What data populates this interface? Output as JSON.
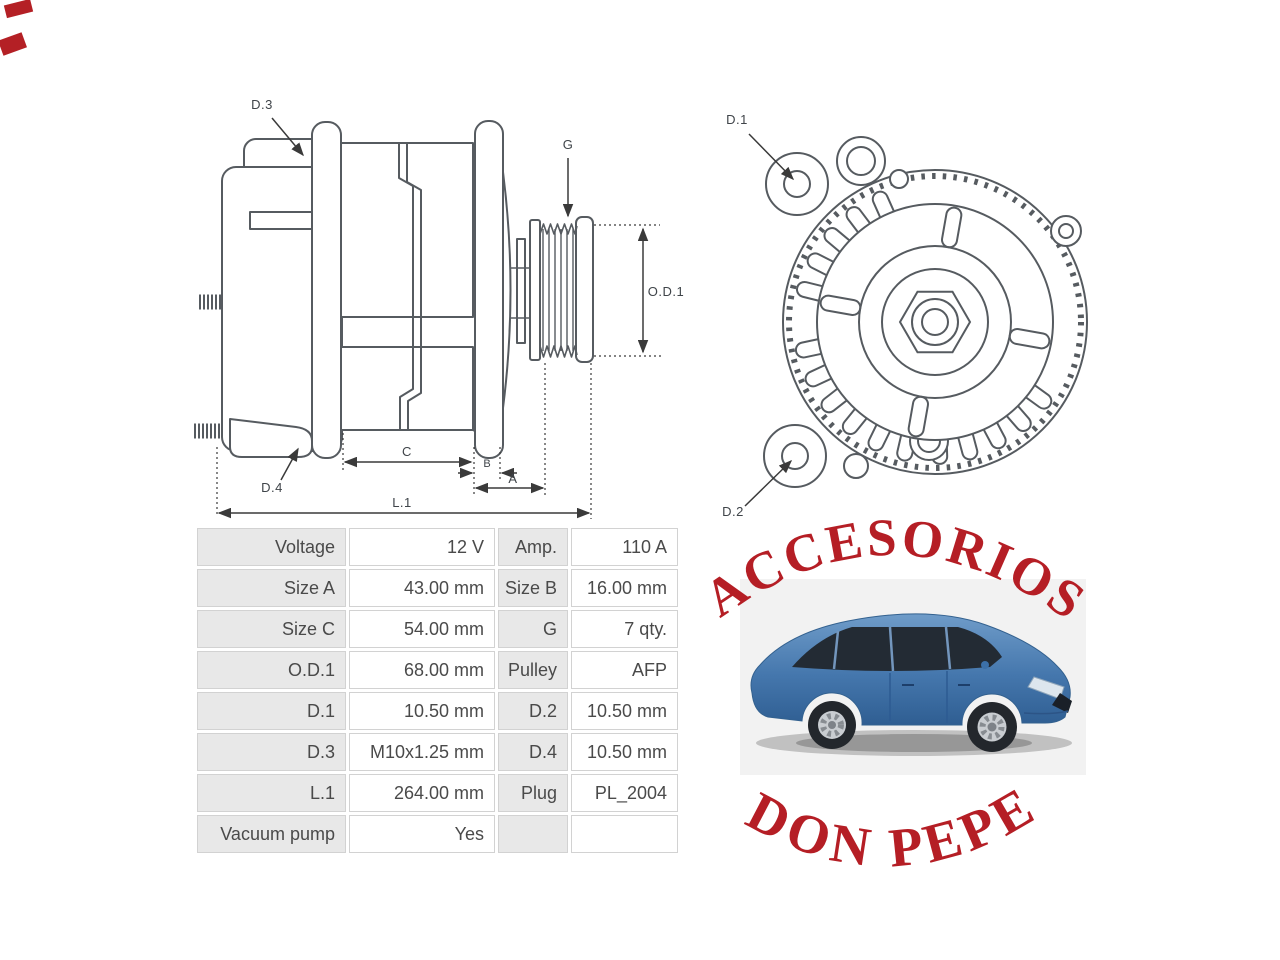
{
  "side_view": {
    "labels": {
      "d3": "D.3",
      "d4": "D.4",
      "g": "G",
      "od1": "O.D.1",
      "c": "C",
      "b": "B",
      "a": "A",
      "l1": "L.1"
    }
  },
  "front_view": {
    "labels": {
      "d1": "D.1",
      "d2": "D.2"
    }
  },
  "table": {
    "rows": [
      {
        "l1": "Voltage",
        "v1": "12 V",
        "l2": "Amp.",
        "v2": "110 A"
      },
      {
        "l1": "Size A",
        "v1": "43.00 mm",
        "l2": "Size B",
        "v2": "16.00 mm"
      },
      {
        "l1": "Size C",
        "v1": "54.00 mm",
        "l2": "G",
        "v2": "7 qty."
      },
      {
        "l1": "O.D.1",
        "v1": "68.00 mm",
        "l2": "Pulley",
        "v2": "AFP"
      },
      {
        "l1": "D.1",
        "v1": "10.50 mm",
        "l2": "D.2",
        "v2": "10.50 mm"
      },
      {
        "l1": "D.3",
        "v1": "M10x1.25 mm",
        "l2": "D.4",
        "v2": "10.50 mm"
      },
      {
        "l1": "L.1",
        "v1": "264.00 mm",
        "l2": "Plug",
        "v2": "PL_2004"
      },
      {
        "l1": "Vacuum pump",
        "v1": "Yes",
        "l2": "",
        "v2": ""
      }
    ]
  },
  "logo": {
    "line1": "ACCESORIOS",
    "line2": "DON PEPE",
    "text_color": "#b51e25"
  },
  "palette": {
    "drawing_line": "#565b60",
    "dimension_line": "#3a3a3a",
    "table_label_bg": "#e8e8e8",
    "table_border": "#d2d2d2",
    "table_text": "#4a4a4a",
    "logo_red": "#b51e25",
    "corner_fragment_red": "#b42025",
    "car_blue": "#4a7db5",
    "photo_bg": "#f2f2f2"
  }
}
